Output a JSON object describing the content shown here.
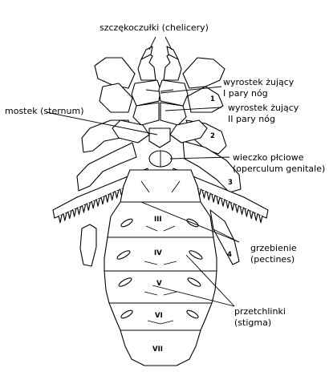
{
  "labels": {
    "chelicerae": "szczękoczułki (chelicery)",
    "coxal_process_1_line1": "wyrostek żujący",
    "coxal_process_1_line2": "I pary nóg",
    "coxal_process_2_line1": "wyrostek żujący",
    "coxal_process_2_line2": "II pary nóg",
    "sternum": "mostek (sternum)",
    "operculum_line1": "wieczko płciowe",
    "operculum_line2": "(operculum genitale)",
    "pectines_line1": "grzebienie",
    "pectines_line2": "(pectines)",
    "stigmata_line1": "przetchlinki",
    "stigmata_line2": "(stigma)"
  },
  "leg_numbers": [
    "1",
    "2",
    "3",
    "4"
  ],
  "segment_numbers": [
    "III",
    "IV",
    "V",
    "VI",
    "VII"
  ]
}
